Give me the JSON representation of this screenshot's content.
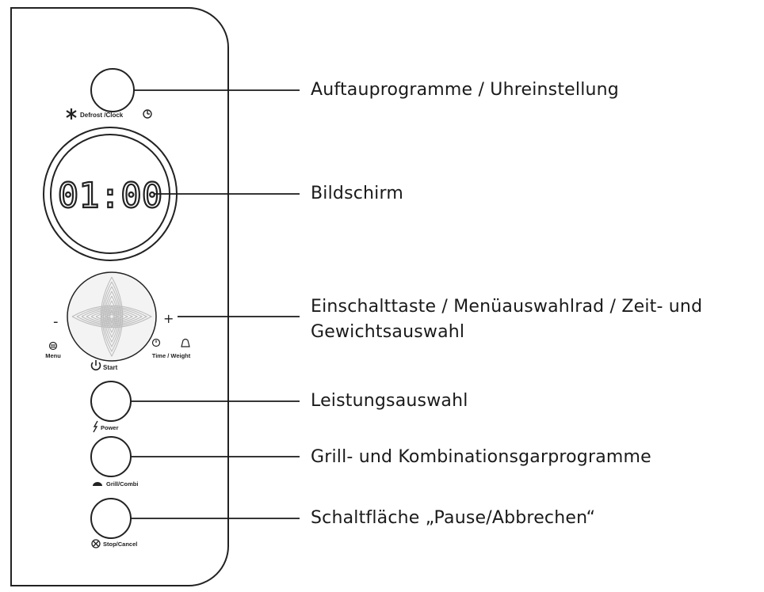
{
  "panel": {
    "display_time": "01:00",
    "defrost_clock_label": "Defrost /Clock",
    "minus_sign": "-",
    "plus_sign": "+",
    "menu_label": "Menu",
    "time_weight_label": "Time / Weight",
    "start_label": "Start",
    "power_label": "Power",
    "grill_combi_label": "Grill/Combi",
    "stop_cancel_label": "Stop/Cancel"
  },
  "callouts": {
    "defrost_clock": "Auftauprogramme / Uhreinstellung",
    "display": "Bildschirm",
    "dial_line1": "Einschalttaste / Menüauswahlrad / Zeit- und",
    "dial_line2": "Gewichtsauswahl",
    "power": "Leistungsauswahl",
    "grill_combi": "Grill- und Kombinationsgarprogramme",
    "stop_cancel": "Schaltfläche „Pause/Abbrechen“"
  },
  "icons": [
    "snowflake-icon",
    "clock-icon",
    "menu-icon",
    "timer-icon",
    "weight-icon",
    "power-symbol-icon",
    "lightning-icon",
    "grill-icon",
    "stop-icon"
  ],
  "colors": {
    "line": "#1a1a1a",
    "text": "#1a1a1a",
    "background": "#ffffff"
  }
}
